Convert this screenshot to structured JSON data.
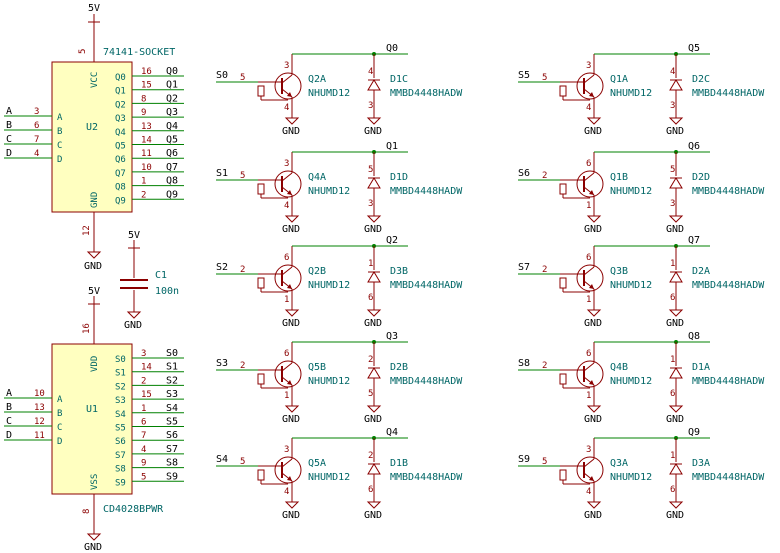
{
  "colors": {
    "wire": "#008000",
    "component": "#8b0000",
    "ic_fill": "#ffffc0",
    "reference": "#006666",
    "text": "#000000"
  },
  "icons": {
    "transistor": "npn-digital-transistor-icon",
    "diode": "diode-icon",
    "ground": "ground-icon",
    "power": "power-flag-icon",
    "capacitor": "capacitor-icon"
  },
  "power": {
    "vcc": "5V",
    "gnd": "GND"
  },
  "u2": {
    "name": "74141-SOCKET",
    "ref": "U2",
    "vcc_label": "VCC",
    "gnd_label": "GND",
    "vcc_pin": "5",
    "gnd_pin": "12",
    "inputs": [
      {
        "net": "A",
        "pin": "3",
        "name": "A"
      },
      {
        "net": "B",
        "pin": "6",
        "name": "B"
      },
      {
        "net": "C",
        "pin": "7",
        "name": "C"
      },
      {
        "net": "D",
        "pin": "4",
        "name": "D"
      }
    ],
    "outputs": [
      {
        "name": "Q0",
        "pin": "16",
        "net": "Q0"
      },
      {
        "name": "Q1",
        "pin": "15",
        "net": "Q1"
      },
      {
        "name": "Q2",
        "pin": "8",
        "net": "Q2"
      },
      {
        "name": "Q3",
        "pin": "9",
        "net": "Q3"
      },
      {
        "name": "Q4",
        "pin": "13",
        "net": "Q4"
      },
      {
        "name": "Q5",
        "pin": "14",
        "net": "Q5"
      },
      {
        "name": "Q6",
        "pin": "11",
        "net": "Q6"
      },
      {
        "name": "Q7",
        "pin": "10",
        "net": "Q7"
      },
      {
        "name": "Q8",
        "pin": "1",
        "net": "Q8"
      },
      {
        "name": "Q9",
        "pin": "2",
        "net": "Q9"
      }
    ]
  },
  "c1": {
    "ref": "C1",
    "value": "100n"
  },
  "u1": {
    "name": "CD4028BPWR",
    "ref": "U1",
    "vdd_label": "VDD",
    "vss_label": "VSS",
    "vdd_pin": "16",
    "vss_pin": "8",
    "inputs": [
      {
        "net": "A",
        "pin": "10",
        "name": "A"
      },
      {
        "net": "B",
        "pin": "13",
        "name": "B"
      },
      {
        "net": "C",
        "pin": "12",
        "name": "C"
      },
      {
        "net": "D",
        "pin": "11",
        "name": "D"
      }
    ],
    "outputs": [
      {
        "name": "S0",
        "pin": "3",
        "net": "S0"
      },
      {
        "name": "S1",
        "pin": "14",
        "net": "S1"
      },
      {
        "name": "S2",
        "pin": "2",
        "net": "S2"
      },
      {
        "name": "S3",
        "pin": "15",
        "net": "S3"
      },
      {
        "name": "S4",
        "pin": "1",
        "net": "S4"
      },
      {
        "name": "S5",
        "pin": "6",
        "net": "S5"
      },
      {
        "name": "S6",
        "pin": "7",
        "net": "S6"
      },
      {
        "name": "S7",
        "pin": "4",
        "net": "S7"
      },
      {
        "name": "S8",
        "pin": "9",
        "net": "S8"
      },
      {
        "name": "S9",
        "pin": "5",
        "net": "S9"
      }
    ]
  },
  "channels": [
    {
      "input": "S0",
      "in_pin": "5",
      "q_ref": "Q2A",
      "q_part": "NHUMD12",
      "q_top": "3",
      "q_bot": "4",
      "output": "Q0",
      "d_ref": "D1C",
      "d_part": "MMBD4448HADW",
      "d_top": "4",
      "d_bot": "3"
    },
    {
      "input": "S1",
      "in_pin": "5",
      "q_ref": "Q4A",
      "q_part": "NHUMD12",
      "q_top": "3",
      "q_bot": "4",
      "output": "Q1",
      "d_ref": "D1D",
      "d_part": "MMBD4448HADW",
      "d_top": "5",
      "d_bot": "3"
    },
    {
      "input": "S2",
      "in_pin": "2",
      "q_ref": "Q2B",
      "q_part": "NHUMD12",
      "q_top": "6",
      "q_bot": "1",
      "output": "Q2",
      "d_ref": "D3B",
      "d_part": "MMBD4448HADW",
      "d_top": "1",
      "d_bot": "6"
    },
    {
      "input": "S3",
      "in_pin": "2",
      "q_ref": "Q5B",
      "q_part": "NHUMD12",
      "q_top": "6",
      "q_bot": "1",
      "output": "Q3",
      "d_ref": "D2B",
      "d_part": "MMBD4448HADW",
      "d_top": "2",
      "d_bot": "5"
    },
    {
      "input": "S4",
      "in_pin": "5",
      "q_ref": "Q5A",
      "q_part": "NHUMD12",
      "q_top": "3",
      "q_bot": "4",
      "output": "Q4",
      "d_ref": "D1B",
      "d_part": "MMBD4448HADW",
      "d_top": "2",
      "d_bot": "6"
    },
    {
      "input": "S5",
      "in_pin": "5",
      "q_ref": "Q1A",
      "q_part": "NHUMD12",
      "q_top": "3",
      "q_bot": "4",
      "output": "Q5",
      "d_ref": "D2C",
      "d_part": "MMBD4448HADW",
      "d_top": "4",
      "d_bot": "3"
    },
    {
      "input": "S6",
      "in_pin": "2",
      "q_ref": "Q1B",
      "q_part": "NHUMD12",
      "q_top": "6",
      "q_bot": "1",
      "output": "Q6",
      "d_ref": "D2D",
      "d_part": "MMBD4448HADW",
      "d_top": "5",
      "d_bot": "3"
    },
    {
      "input": "S7",
      "in_pin": "2",
      "q_ref": "Q3B",
      "q_part": "NHUMD12",
      "q_top": "6",
      "q_bot": "1",
      "output": "Q7",
      "d_ref": "D2A",
      "d_part": "MMBD4448HADW",
      "d_top": "1",
      "d_bot": "6"
    },
    {
      "input": "S8",
      "in_pin": "2",
      "q_ref": "Q4B",
      "q_part": "NHUMD12",
      "q_top": "6",
      "q_bot": "1",
      "output": "Q8",
      "d_ref": "D1A",
      "d_part": "MMBD4448HADW",
      "d_top": "1",
      "d_bot": "6"
    },
    {
      "input": "S9",
      "in_pin": "5",
      "q_ref": "Q3A",
      "q_part": "NHUMD12",
      "q_top": "3",
      "q_bot": "4",
      "output": "Q9",
      "d_ref": "D3A",
      "d_part": "MMBD4448HADW",
      "d_top": "1",
      "d_bot": "6"
    }
  ]
}
